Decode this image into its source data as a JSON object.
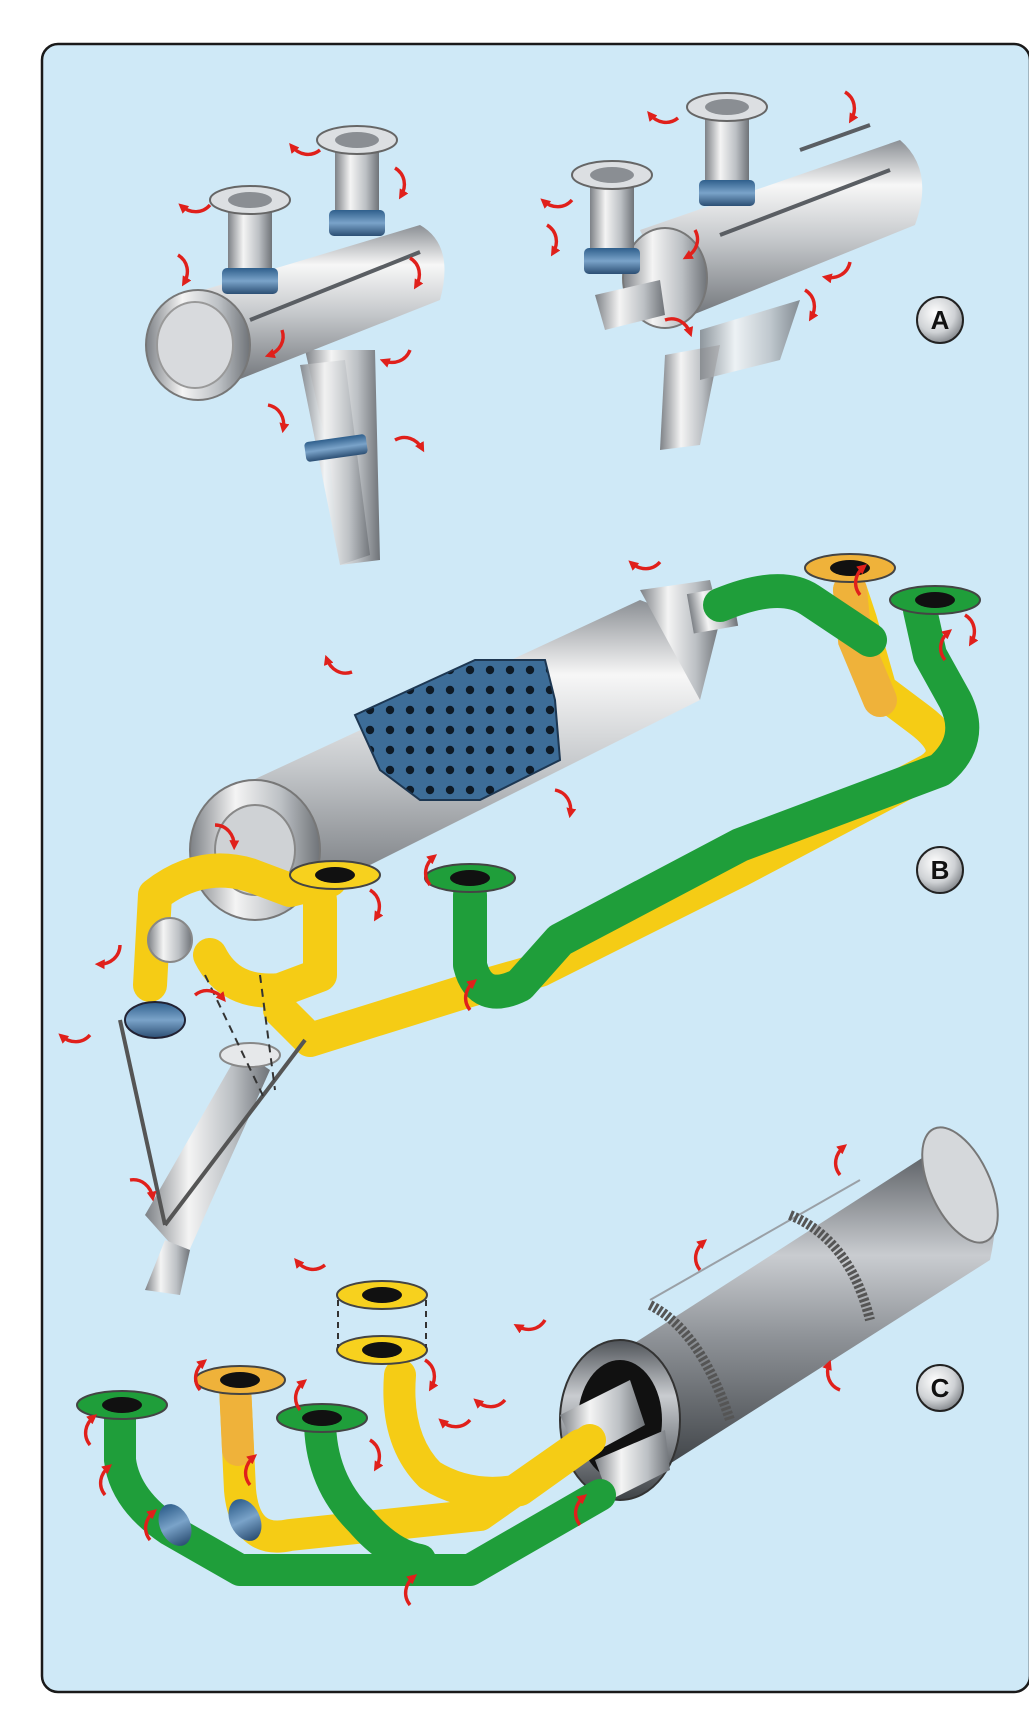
{
  "figure": {
    "panel_labels": [
      "A",
      "B",
      "C"
    ]
  },
  "colors": {
    "panel_background": "#cfe9f7",
    "panel_border": "#1a1a1a",
    "steel_light": "#f4f4f4",
    "steel_mid": "#b9bcc0",
    "steel_dark": "#6f7378",
    "clamp_blue": "#4a7aa8",
    "pipe_yellow": "#f7d11e",
    "pipe_orange": "#efb23a",
    "pipe_green": "#1f9e3a",
    "arrow_red": "#e0201b",
    "perforated_blue": "#2e5a86"
  },
  "icons": {
    "arrow": "curved-arrow-icon",
    "clamp": "clamp-icon",
    "flange": "flange-icon"
  }
}
